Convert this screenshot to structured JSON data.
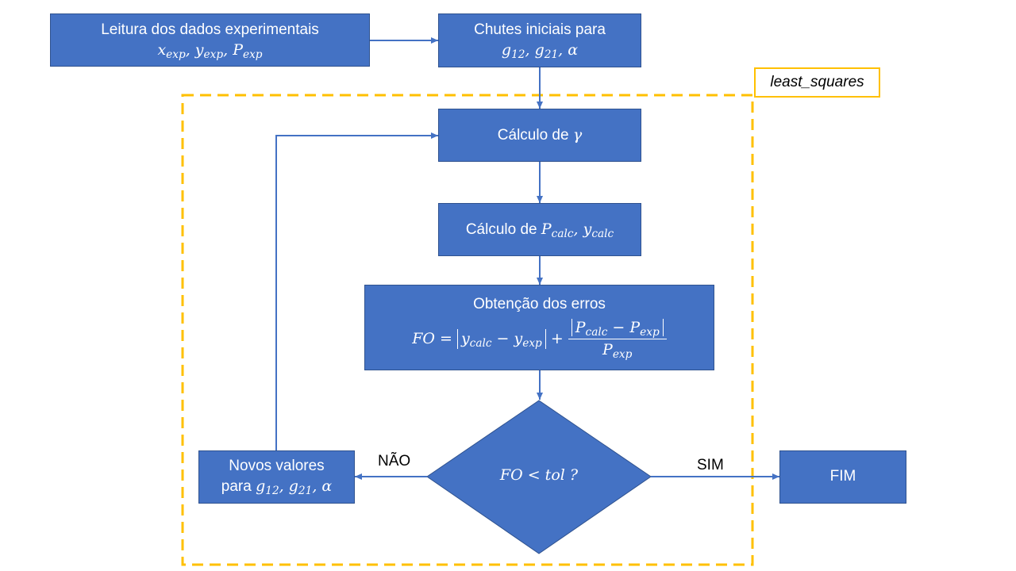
{
  "group_label": "least_squares",
  "read_box": {
    "title": "Leitura dos dados experimentais",
    "math": "x_exp, y_exp, P_exp"
  },
  "guess_box": {
    "title": "Chutes iniciais para",
    "math": "g_12, g_21, α"
  },
  "gamma_box": {
    "text": "Cálculo de",
    "symbol": "γ"
  },
  "pcalc_box": {
    "text": "Cálculo de",
    "symbol_p": "P",
    "sub_p": "calc",
    "symbol_y": "y",
    "sub_y": "calc"
  },
  "error_box": {
    "title": "Obtenção dos erros",
    "formula": "FO = |y_calc − y_exp| + |P_calc − P_exp| / P_exp"
  },
  "decision": {
    "text": "FO < tol ?"
  },
  "new_values_box": {
    "line1": "Novos valores",
    "line2": "para",
    "math": "g_12, g_21, α"
  },
  "end_box": {
    "text": "FIM"
  },
  "no_label": "NÃO",
  "yes_label": "SIM",
  "colors": {
    "box_fill": "#4472C4",
    "box_border": "#2F528F",
    "group_border": "#FFC000"
  }
}
